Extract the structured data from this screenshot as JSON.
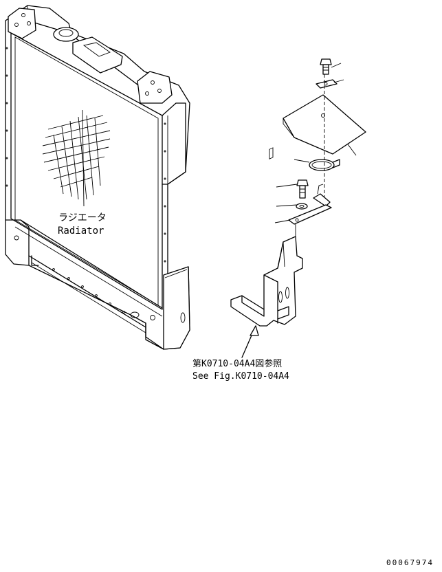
{
  "labels": {
    "radiator_jp": "ラジエータ",
    "radiator_en": "Radiator",
    "ref_jp": "第K0710-04A4図参照",
    "ref_en": "See Fig.K0710-04A4",
    "drawing_number": "00067974"
  }
}
